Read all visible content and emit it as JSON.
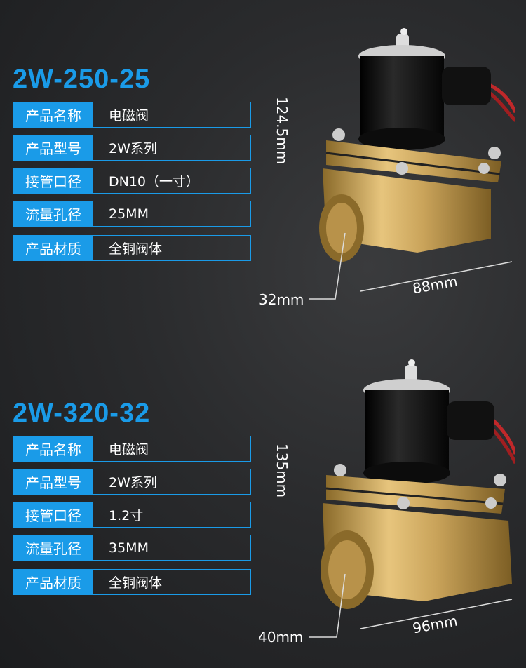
{
  "products": [
    {
      "model": "2W-250-25",
      "specs": [
        {
          "label": "产品名称",
          "value": "电磁阀"
        },
        {
          "label": "产品型号",
          "value": "2W系列"
        },
        {
          "label": "接管口径",
          "value": "DN10（一寸）"
        },
        {
          "label": "流量孔径",
          "value": "25MM"
        },
        {
          "label": "产品材质",
          "value": "全铜阀体"
        }
      ],
      "dimensions": {
        "height": "124.5mm",
        "length": "88mm",
        "port": "32mm"
      }
    },
    {
      "model": "2W-320-32",
      "specs": [
        {
          "label": "产品名称",
          "value": "电磁阀"
        },
        {
          "label": "产品型号",
          "value": "2W系列"
        },
        {
          "label": "接管口径",
          "value": "1.2寸"
        },
        {
          "label": "流量孔径",
          "value": "35MM"
        },
        {
          "label": "产品材质",
          "value": "全铜阀体"
        }
      ],
      "dimensions": {
        "height": "135mm",
        "length": "96mm",
        "port": "40mm"
      }
    }
  ],
  "colors": {
    "accent": "#1a9be8",
    "brass": "#c9a35a",
    "coil": "#111111"
  }
}
